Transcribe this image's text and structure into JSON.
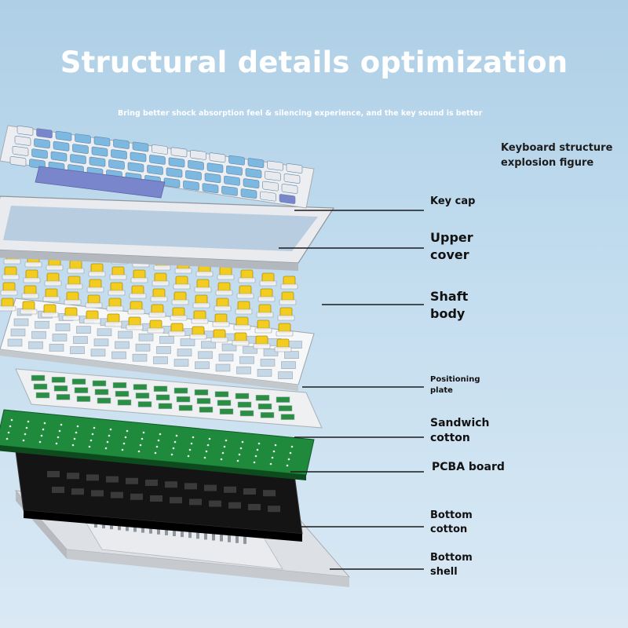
{
  "header": {
    "title": "Structural details optimization",
    "subtitle": "Bring better shock absorption feel & silencing experience, and the key sound is better"
  },
  "figure": {
    "title_line1": "Keyboard structure",
    "title_line2": "explosion figure"
  },
  "layers": [
    {
      "name": "key-cap",
      "lines": [
        "Key cap"
      ]
    },
    {
      "name": "upper-cover",
      "lines": [
        "Upper",
        "cover"
      ]
    },
    {
      "name": "shaft-body",
      "lines": [
        "Shaft",
        "body"
      ]
    },
    {
      "name": "positioning-plate",
      "lines": [
        "Positioning",
        "plate"
      ]
    },
    {
      "name": "sandwich-cotton",
      "lines": [
        "Sandwich",
        "cotton"
      ]
    },
    {
      "name": "pcba-board",
      "lines": [
        "PCBA board"
      ]
    },
    {
      "name": "bottom-cotton",
      "lines": [
        "Bottom",
        "cotton"
      ]
    },
    {
      "name": "bottom-shell",
      "lines": [
        "Bottom",
        "shell"
      ]
    }
  ],
  "colors": {
    "keycap_blue": "#7cb8e0",
    "keycap_white": "#e8eaee",
    "keycap_purple": "#7a86cc",
    "switch_yellow": "#f2cc1e",
    "pcb_green": "#1f8a3c",
    "cotton_black": "#141414",
    "shell_gray": "#c9ccd1",
    "plate_white": "#f4f6f8"
  }
}
